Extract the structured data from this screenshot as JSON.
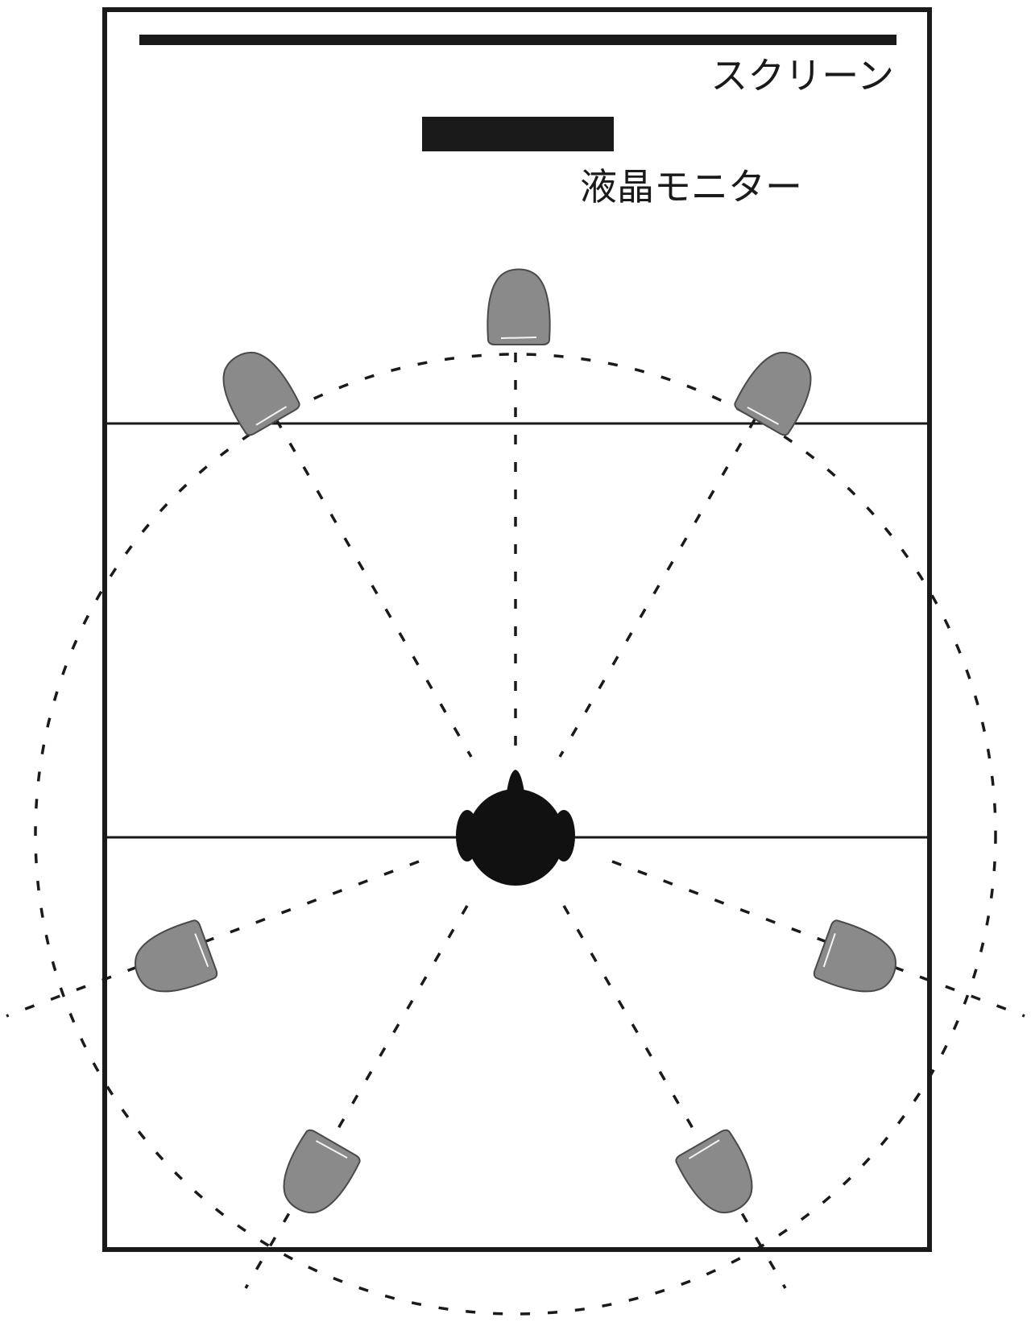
{
  "labels": {
    "screen": "スクリーン",
    "lcd_monitor": "液晶モニター"
  },
  "colors": {
    "frame": "#1a1a1a",
    "speaker": "#8a8a8a",
    "speaker_outline": "#4a4a4a",
    "listener": "#111111",
    "background": "#ffffff"
  },
  "speakers": [
    {
      "name": "speaker-center-front",
      "angle_deg": 0
    },
    {
      "name": "speaker-front-left",
      "angle_deg": -30
    },
    {
      "name": "speaker-front-right",
      "angle_deg": 30
    },
    {
      "name": "speaker-side-left",
      "angle_deg": -110
    },
    {
      "name": "speaker-side-right",
      "angle_deg": 110
    },
    {
      "name": "speaker-rear-left",
      "angle_deg": -150
    },
    {
      "name": "speaker-rear-right",
      "angle_deg": 150
    }
  ]
}
